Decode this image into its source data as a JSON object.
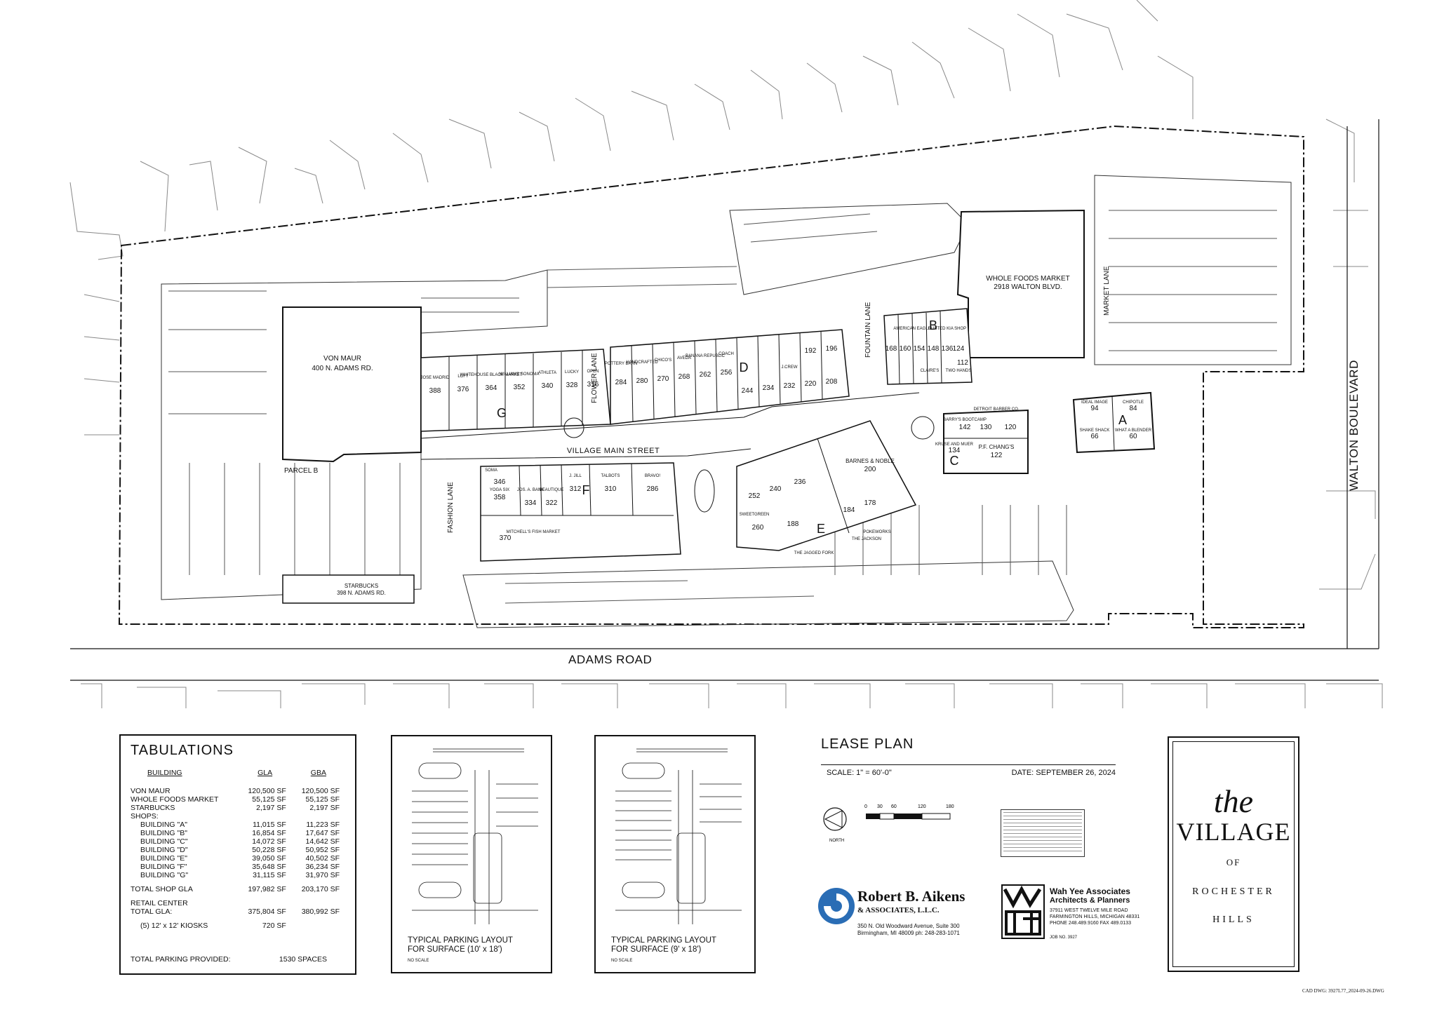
{
  "roads": {
    "adams": "ADAMS ROAD",
    "walton": "WALTON BOULEVARD",
    "main_street": "VILLAGE MAIN STREET",
    "flower": "FLOWER LANE",
    "fountain": "FOUNTAIN LANE",
    "fashion": "FASHION LANE",
    "market": "MARKET LANE",
    "parcel": "PARCEL B"
  },
  "anchors": {
    "von_maur": {
      "name": "VON MAUR",
      "address": "400 N. ADAMS RD."
    },
    "whole_foods": {
      "name": "WHOLE FOODS MARKET",
      "address": "2918 WALTON BLVD."
    },
    "starbucks": {
      "name": "STARBUCKS",
      "address": "398 N. ADAMS RD."
    },
    "barnes": {
      "name": "BARNES & NOBLE",
      "unit": "200"
    },
    "pf_changs": {
      "name": "P.F. CHANG'S",
      "unit": "122"
    }
  },
  "building_letters": [
    "A",
    "B",
    "C",
    "D",
    "E",
    "F",
    "G"
  ],
  "units": {
    "g": [
      "388",
      "376",
      "364",
      "352",
      "340",
      "328",
      "316"
    ],
    "d": [
      "284",
      "280",
      "270",
      "268",
      "262",
      "256",
      "244",
      "234",
      "232",
      "220",
      "208",
      "196",
      "192"
    ],
    "b": [
      "168",
      "160",
      "154",
      "148",
      "136",
      "124",
      "112"
    ],
    "c": [
      "142",
      "130",
      "120",
      "134"
    ],
    "a": [
      "94",
      "84",
      "66",
      "60"
    ],
    "f": [
      "346",
      "358",
      "334",
      "322",
      "312",
      "310",
      "286",
      "370"
    ],
    "e": [
      "252",
      "240",
      "236",
      "260",
      "188",
      "184",
      "178"
    ]
  },
  "tenants": {
    "g": [
      "JOSE MADRID",
      "LOFT",
      "WHITEHOUSE BLACK MARKET",
      "WILLIAMS SONOMA",
      "ATHLETA",
      "LUCKY",
      "OPEN"
    ],
    "d": [
      "POTTERY BARN",
      "HANDCRAFTED",
      "CHICO'S",
      "AVEDA",
      "BANANA REPUBLIC",
      "COACH",
      "J.CREW"
    ],
    "f": [
      "J. JILL",
      "TALBOTS",
      "BRAVO!",
      "JOS. A. BANK",
      "MITCHELL'S FISH MARKET",
      "YOGA SIX",
      "SOMA",
      "BEAUTIQUE"
    ],
    "e": [
      "SWEETGREEN",
      "POKEWORKS",
      "THE JACKSON",
      "THE JAGGED FORK"
    ],
    "a": [
      "IDEAL IMAGE",
      "CHIPOTLE",
      "SHAKE SHACK",
      "WHAT A BLENDER"
    ],
    "b": [
      "RUSTED KIA SHOP",
      "CLAIRE'S",
      "TWO HANDS",
      "AMERICAN EAGLE"
    ],
    "c": [
      "BARRY'S BOOTCAMP",
      "KRUSE AND MUER",
      "DETROIT BARBER CO."
    ]
  },
  "tabulations": {
    "title": "TABULATIONS",
    "headers": [
      "BUILDING",
      "GLA",
      "GBA"
    ],
    "rows": [
      {
        "label": "VON MAUR",
        "gla": "120,500 SF",
        "gba": "120,500 SF",
        "indent": false,
        "gap": false
      },
      {
        "label": "WHOLE FOODS MARKET",
        "gla": "55,125 SF",
        "gba": "55,125 SF",
        "indent": false,
        "gap": false
      },
      {
        "label": "STARBUCKS",
        "gla": "2,197 SF",
        "gba": "2,197 SF",
        "indent": false,
        "gap": false
      },
      {
        "label": "SHOPS:",
        "gla": "",
        "gba": "",
        "indent": false,
        "gap": false
      },
      {
        "label": "BUILDING \"A\"",
        "gla": "11,015 SF",
        "gba": "11,223 SF",
        "indent": true,
        "gap": false
      },
      {
        "label": "BUILDING \"B\"",
        "gla": "16,854 SF",
        "gba": "17,647 SF",
        "indent": true,
        "gap": false
      },
      {
        "label": "BUILDING \"C\"",
        "gla": "14,072 SF",
        "gba": "14,642 SF",
        "indent": true,
        "gap": false
      },
      {
        "label": "BUILDING \"D\"",
        "gla": "50,228 SF",
        "gba": "50,952 SF",
        "indent": true,
        "gap": false
      },
      {
        "label": "BUILDING \"E\"",
        "gla": "39,050 SF",
        "gba": "40,502 SF",
        "indent": true,
        "gap": false
      },
      {
        "label": "BUILDING \"F\"",
        "gla": "35,648 SF",
        "gba": "36,234 SF",
        "indent": true,
        "gap": false
      },
      {
        "label": "BUILDING \"G\"",
        "gla": "31,115 SF",
        "gba": "31,970 SF",
        "indent": true,
        "gap": false
      },
      {
        "label": "TOTAL SHOP GLA",
        "gla": "197,982 SF",
        "gba": "203,170 SF",
        "indent": false,
        "gap": true
      },
      {
        "label": "RETAIL CENTER",
        "gla": "",
        "gba": "",
        "indent": false,
        "gap": true
      },
      {
        "label": "TOTAL GLA:",
        "gla": "375,804 SF",
        "gba": "380,992 SF",
        "indent": false,
        "gap": false
      },
      {
        "label": "(5) 12' x 12' KIOSKS",
        "gla": "720 SF",
        "gba": "",
        "indent": true,
        "gap": true
      }
    ],
    "parking_label": "TOTAL PARKING PROVIDED:",
    "parking_value": "1530 SPACES"
  },
  "parking_layout_1": {
    "caption_1": "TYPICAL PARKING LAYOUT",
    "caption_2": "FOR SURFACE (10' x 18')",
    "note": "NO SCALE"
  },
  "parking_layout_2": {
    "caption_1": "TYPICAL PARKING LAYOUT",
    "caption_2": "FOR SURFACE (9' x 18')",
    "note": "NO SCALE"
  },
  "lease_plan": {
    "title": "LEASE PLAN",
    "scale": "SCALE:  1\" = 60'-0\"",
    "date": "DATE: SEPTEMBER 26, 2024",
    "north": "NORTH",
    "scale_ticks": [
      "0",
      "30",
      "60",
      "120",
      "180"
    ]
  },
  "aikens": {
    "name": "Robert B. Aikens",
    "sub": "& ASSOCIATES, L.L.C.",
    "addr_1": "350 N. Old Woodward Avenue, Suite 300",
    "addr_2": "Birmingham, MI 48009 ph: 248-283-1071"
  },
  "wahyee": {
    "name": "Wah Yee Associates",
    "sub": "Architects & Planners",
    "addr_1": "37911 WEST TWELVE MILE ROAD",
    "addr_2": "FARMINGTON HILLS, MICHIGAN 48331",
    "addr_3": "PHONE 248.489.9160  FAX 489.0133",
    "job": "JOB NO. 3927"
  },
  "brand": {
    "the": "the",
    "village": "VILLAGE",
    "of": "OF",
    "rochester": "ROCHESTER",
    "hills": "HILLS"
  },
  "cad_ref": "CAD DWG: 3927L77_2024-09-26.DWG"
}
